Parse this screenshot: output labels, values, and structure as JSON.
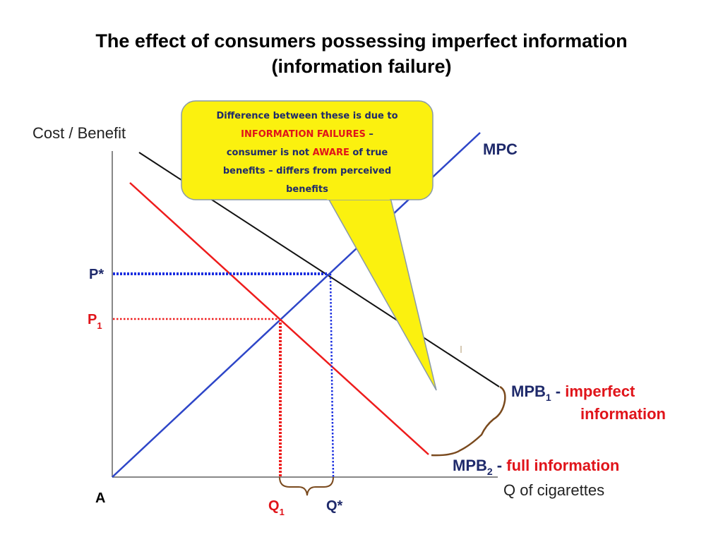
{
  "title": {
    "line1": "The effect of consumers possessing imperfect information",
    "line2": "(information failure)"
  },
  "axes": {
    "y_title": "Cost / Benefit",
    "x_title": "Q of cigarettes",
    "origin": "A"
  },
  "price_ticks": {
    "p_star": "P*",
    "p1_base": "P",
    "p1_sub": "1"
  },
  "quantity_ticks": {
    "q1_base": "Q",
    "q1_sub": "1",
    "q_star": "Q*"
  },
  "curves": {
    "mpc": "MPC",
    "mpb1_base": "MPB",
    "mpb1_sub": "1",
    "mpb1_sep": " - ",
    "mpb1_desc_1": "imperfect",
    "mpb1_desc_2": "information",
    "mpb2_base": "MPB",
    "mpb2_sub": "2",
    "mpb2_sep": " - ",
    "mpb2_desc": "full information"
  },
  "callout": {
    "l1": "Difference between these is due to",
    "l2_hl": "INFORMATION FAILURES",
    "l2_rest": " –",
    "l3_a": "consumer is not ",
    "l3_hl": "AWARE",
    "l3_b": " of true",
    "l4": "benefits – differs from perceived",
    "l5": "benefits"
  },
  "colors": {
    "mpc": "#2e46c8",
    "mpb1": "#111111",
    "mpb2": "#ee1c1c",
    "p_star_line": "#1a2ee0",
    "p1_line": "#ee1c1c",
    "red_text": "#e0141a",
    "blue_text": "#1f2a6b",
    "callout_fill": "#fbf10f",
    "callout_border": "#8a9aa8",
    "brace": "#7a4a1e"
  }
}
